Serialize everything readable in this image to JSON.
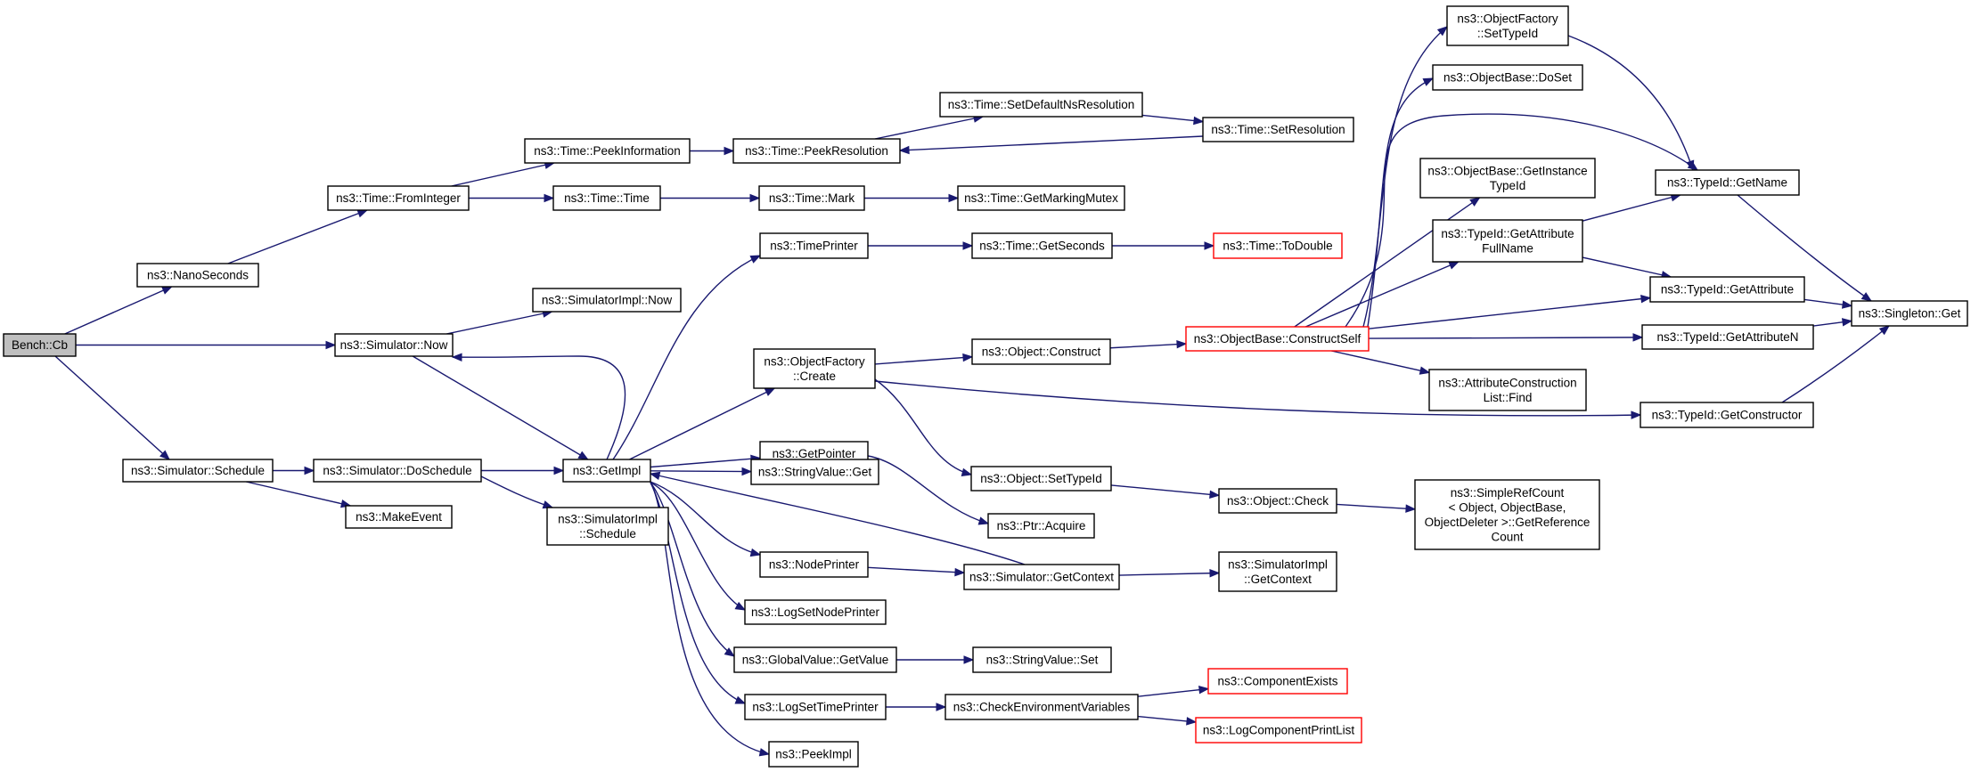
{
  "diagram": {
    "title": "",
    "edge_color": "#191970",
    "root_fill": "#bfbfbf",
    "highlight_border_color": "#ff0000",
    "nodes": [
      {
        "id": "bench",
        "lines": [
          "Bench::Cb"
        ],
        "style": "root"
      },
      {
        "id": "nanoseconds",
        "lines": [
          "ns3::NanoSeconds"
        ]
      },
      {
        "id": "sim_now",
        "lines": [
          "ns3::Simulator::Now"
        ]
      },
      {
        "id": "sim_schedule",
        "lines": [
          "ns3::Simulator::Schedule"
        ]
      },
      {
        "id": "time_fromint",
        "lines": [
          "ns3::Time::FromInteger"
        ]
      },
      {
        "id": "simimpl_now",
        "lines": [
          "ns3::SimulatorImpl::Now"
        ]
      },
      {
        "id": "getimpl",
        "lines": [
          "ns3::GetImpl"
        ]
      },
      {
        "id": "sim_doschedule",
        "lines": [
          "ns3::Simulator::DoSchedule"
        ]
      },
      {
        "id": "makeevent",
        "lines": [
          "ns3::MakeEvent"
        ]
      },
      {
        "id": "simimpl_schedule",
        "lines": [
          "ns3::SimulatorImpl",
          "::Schedule"
        ]
      },
      {
        "id": "time_peekinfo",
        "lines": [
          "ns3::Time::PeekInformation"
        ]
      },
      {
        "id": "time_time",
        "lines": [
          "ns3::Time::Time"
        ]
      },
      {
        "id": "time_peekres",
        "lines": [
          "ns3::Time::PeekResolution"
        ]
      },
      {
        "id": "time_mark",
        "lines": [
          "ns3::Time::Mark"
        ]
      },
      {
        "id": "timeprinter",
        "lines": [
          "ns3::TimePrinter"
        ]
      },
      {
        "id": "objfactory_create",
        "lines": [
          "ns3::ObjectFactory",
          "::Create"
        ]
      },
      {
        "id": "getpointer",
        "lines": [
          "ns3::GetPointer"
        ]
      },
      {
        "id": "stringvalue_get",
        "lines": [
          "ns3::StringValue::Get"
        ]
      },
      {
        "id": "nodeprinter",
        "lines": [
          "ns3::NodePrinter"
        ]
      },
      {
        "id": "logsetnodeprinter",
        "lines": [
          "ns3::LogSetNodePrinter"
        ]
      },
      {
        "id": "globalvalue_getvalue",
        "lines": [
          "ns3::GlobalValue::GetValue"
        ]
      },
      {
        "id": "logsettimeprinter",
        "lines": [
          "ns3::LogSetTimePrinter"
        ]
      },
      {
        "id": "peekimpl",
        "lines": [
          "ns3::PeekImpl"
        ]
      },
      {
        "id": "time_setdefaultns",
        "lines": [
          "ns3::Time::SetDefaultNsResolution"
        ]
      },
      {
        "id": "time_getmarkingmutex",
        "lines": [
          "ns3::Time::GetMarkingMutex"
        ]
      },
      {
        "id": "time_getseconds",
        "lines": [
          "ns3::Time::GetSeconds"
        ]
      },
      {
        "id": "object_construct",
        "lines": [
          "ns3::Object::Construct"
        ]
      },
      {
        "id": "object_settypeid",
        "lines": [
          "ns3::Object::SetTypeId"
        ]
      },
      {
        "id": "ptr_acquire",
        "lines": [
          "ns3::Ptr::Acquire"
        ]
      },
      {
        "id": "sim_getcontext",
        "lines": [
          "ns3::Simulator::GetContext"
        ]
      },
      {
        "id": "stringvalue_set",
        "lines": [
          "ns3::StringValue::Set"
        ]
      },
      {
        "id": "checkenvvars",
        "lines": [
          "ns3::CheckEnvironmentVariables"
        ]
      },
      {
        "id": "time_setresolution",
        "lines": [
          "ns3::Time::SetResolution"
        ]
      },
      {
        "id": "time_todouble",
        "lines": [
          "ns3::Time::ToDouble"
        ],
        "style": "red"
      },
      {
        "id": "objbase_constructself",
        "lines": [
          "ns3::ObjectBase::ConstructSelf"
        ],
        "style": "red"
      },
      {
        "id": "object_check",
        "lines": [
          "ns3::Object::Check"
        ]
      },
      {
        "id": "simimpl_getcontext",
        "lines": [
          "ns3::SimulatorImpl",
          "::GetContext"
        ]
      },
      {
        "id": "componentexists",
        "lines": [
          "ns3::ComponentExists"
        ],
        "style": "red"
      },
      {
        "id": "logcomponentprintlist",
        "lines": [
          "ns3::LogComponentPrintList"
        ],
        "style": "red"
      },
      {
        "id": "objfactory_settypeid",
        "lines": [
          "ns3::ObjectFactory",
          "::SetTypeId"
        ]
      },
      {
        "id": "objbase_doset",
        "lines": [
          "ns3::ObjectBase::DoSet"
        ]
      },
      {
        "id": "objbase_getinstancetypeid",
        "lines": [
          "ns3::ObjectBase::GetInstance",
          "TypeId"
        ]
      },
      {
        "id": "typeid_getattrfullname",
        "lines": [
          "ns3::TypeId::GetAttribute",
          "FullName"
        ]
      },
      {
        "id": "attrconstructionlist_find",
        "lines": [
          "ns3::AttributeConstruction",
          "List::Find"
        ]
      },
      {
        "id": "simplerefcount",
        "lines": [
          "ns3::SimpleRefCount",
          "< Object, ObjectBase,",
          "ObjectDeleter >::GetReference",
          "Count"
        ]
      },
      {
        "id": "typeid_getname",
        "lines": [
          "ns3::TypeId::GetName"
        ]
      },
      {
        "id": "typeid_getattribute",
        "lines": [
          "ns3::TypeId::GetAttribute"
        ]
      },
      {
        "id": "typeid_getattributen",
        "lines": [
          "ns3::TypeId::GetAttributeN"
        ]
      },
      {
        "id": "typeid_getconstructor",
        "lines": [
          "ns3::TypeId::GetConstructor"
        ]
      },
      {
        "id": "singleton_get",
        "lines": [
          "ns3::Singleton::Get"
        ]
      }
    ],
    "edges": [
      [
        "bench",
        "nanoseconds"
      ],
      [
        "bench",
        "sim_now"
      ],
      [
        "bench",
        "sim_schedule"
      ],
      [
        "nanoseconds",
        "time_fromint"
      ],
      [
        "time_fromint",
        "time_peekinfo"
      ],
      [
        "time_fromint",
        "time_time"
      ],
      [
        "time_peekinfo",
        "time_peekres"
      ],
      [
        "time_peekres",
        "time_setdefaultns"
      ],
      [
        "time_setdefaultns",
        "time_setresolution"
      ],
      [
        "time_setresolution",
        "time_peekres"
      ],
      [
        "time_time",
        "time_mark"
      ],
      [
        "time_mark",
        "time_getmarkingmutex"
      ],
      [
        "sim_now",
        "simimpl_now"
      ],
      [
        "sim_now",
        "getimpl"
      ],
      [
        "sim_schedule",
        "sim_doschedule"
      ],
      [
        "sim_schedule",
        "makeevent"
      ],
      [
        "sim_doschedule",
        "getimpl"
      ],
      [
        "sim_doschedule",
        "simimpl_schedule"
      ],
      [
        "getimpl",
        "timeprinter"
      ],
      [
        "getimpl",
        "sim_now"
      ],
      [
        "getimpl",
        "objfactory_create"
      ],
      [
        "getimpl",
        "getpointer"
      ],
      [
        "getimpl",
        "stringvalue_get"
      ],
      [
        "getimpl",
        "nodeprinter"
      ],
      [
        "getimpl",
        "logsetnodeprinter"
      ],
      [
        "getimpl",
        "globalvalue_getvalue"
      ],
      [
        "getimpl",
        "logsettimeprinter"
      ],
      [
        "getimpl",
        "peekimpl"
      ],
      [
        "timeprinter",
        "time_getseconds"
      ],
      [
        "time_getseconds",
        "time_todouble"
      ],
      [
        "objfactory_create",
        "object_construct"
      ],
      [
        "objfactory_create",
        "object_settypeid"
      ],
      [
        "objfactory_create",
        "typeid_getconstructor"
      ],
      [
        "object_construct",
        "objbase_constructself"
      ],
      [
        "object_settypeid",
        "object_check"
      ],
      [
        "object_check",
        "simplerefcount"
      ],
      [
        "getpointer",
        "ptr_acquire"
      ],
      [
        "nodeprinter",
        "sim_getcontext"
      ],
      [
        "sim_getcontext",
        "getimpl"
      ],
      [
        "sim_getcontext",
        "simimpl_getcontext"
      ],
      [
        "globalvalue_getvalue",
        "stringvalue_set"
      ],
      [
        "logsettimeprinter",
        "checkenvvars"
      ],
      [
        "checkenvvars",
        "componentexists"
      ],
      [
        "checkenvvars",
        "logcomponentprintlist"
      ],
      [
        "objbase_constructself",
        "objfactory_settypeid"
      ],
      [
        "objbase_constructself",
        "objbase_doset"
      ],
      [
        "objbase_constructself",
        "objbase_getinstancetypeid"
      ],
      [
        "objbase_constructself",
        "typeid_getname"
      ],
      [
        "objbase_constructself",
        "typeid_getattrfullname"
      ],
      [
        "objbase_constructself",
        "typeid_getattribute"
      ],
      [
        "objbase_constructself",
        "typeid_getattributen"
      ],
      [
        "objbase_constructself",
        "attrconstructionlist_find"
      ],
      [
        "objfactory_settypeid",
        "typeid_getname"
      ],
      [
        "typeid_getattrfullname",
        "typeid_getname"
      ],
      [
        "typeid_getattrfullname",
        "typeid_getattribute"
      ],
      [
        "typeid_getname",
        "singleton_get"
      ],
      [
        "typeid_getattribute",
        "singleton_get"
      ],
      [
        "typeid_getattributen",
        "singleton_get"
      ],
      [
        "typeid_getconstructor",
        "singleton_get"
      ]
    ]
  }
}
